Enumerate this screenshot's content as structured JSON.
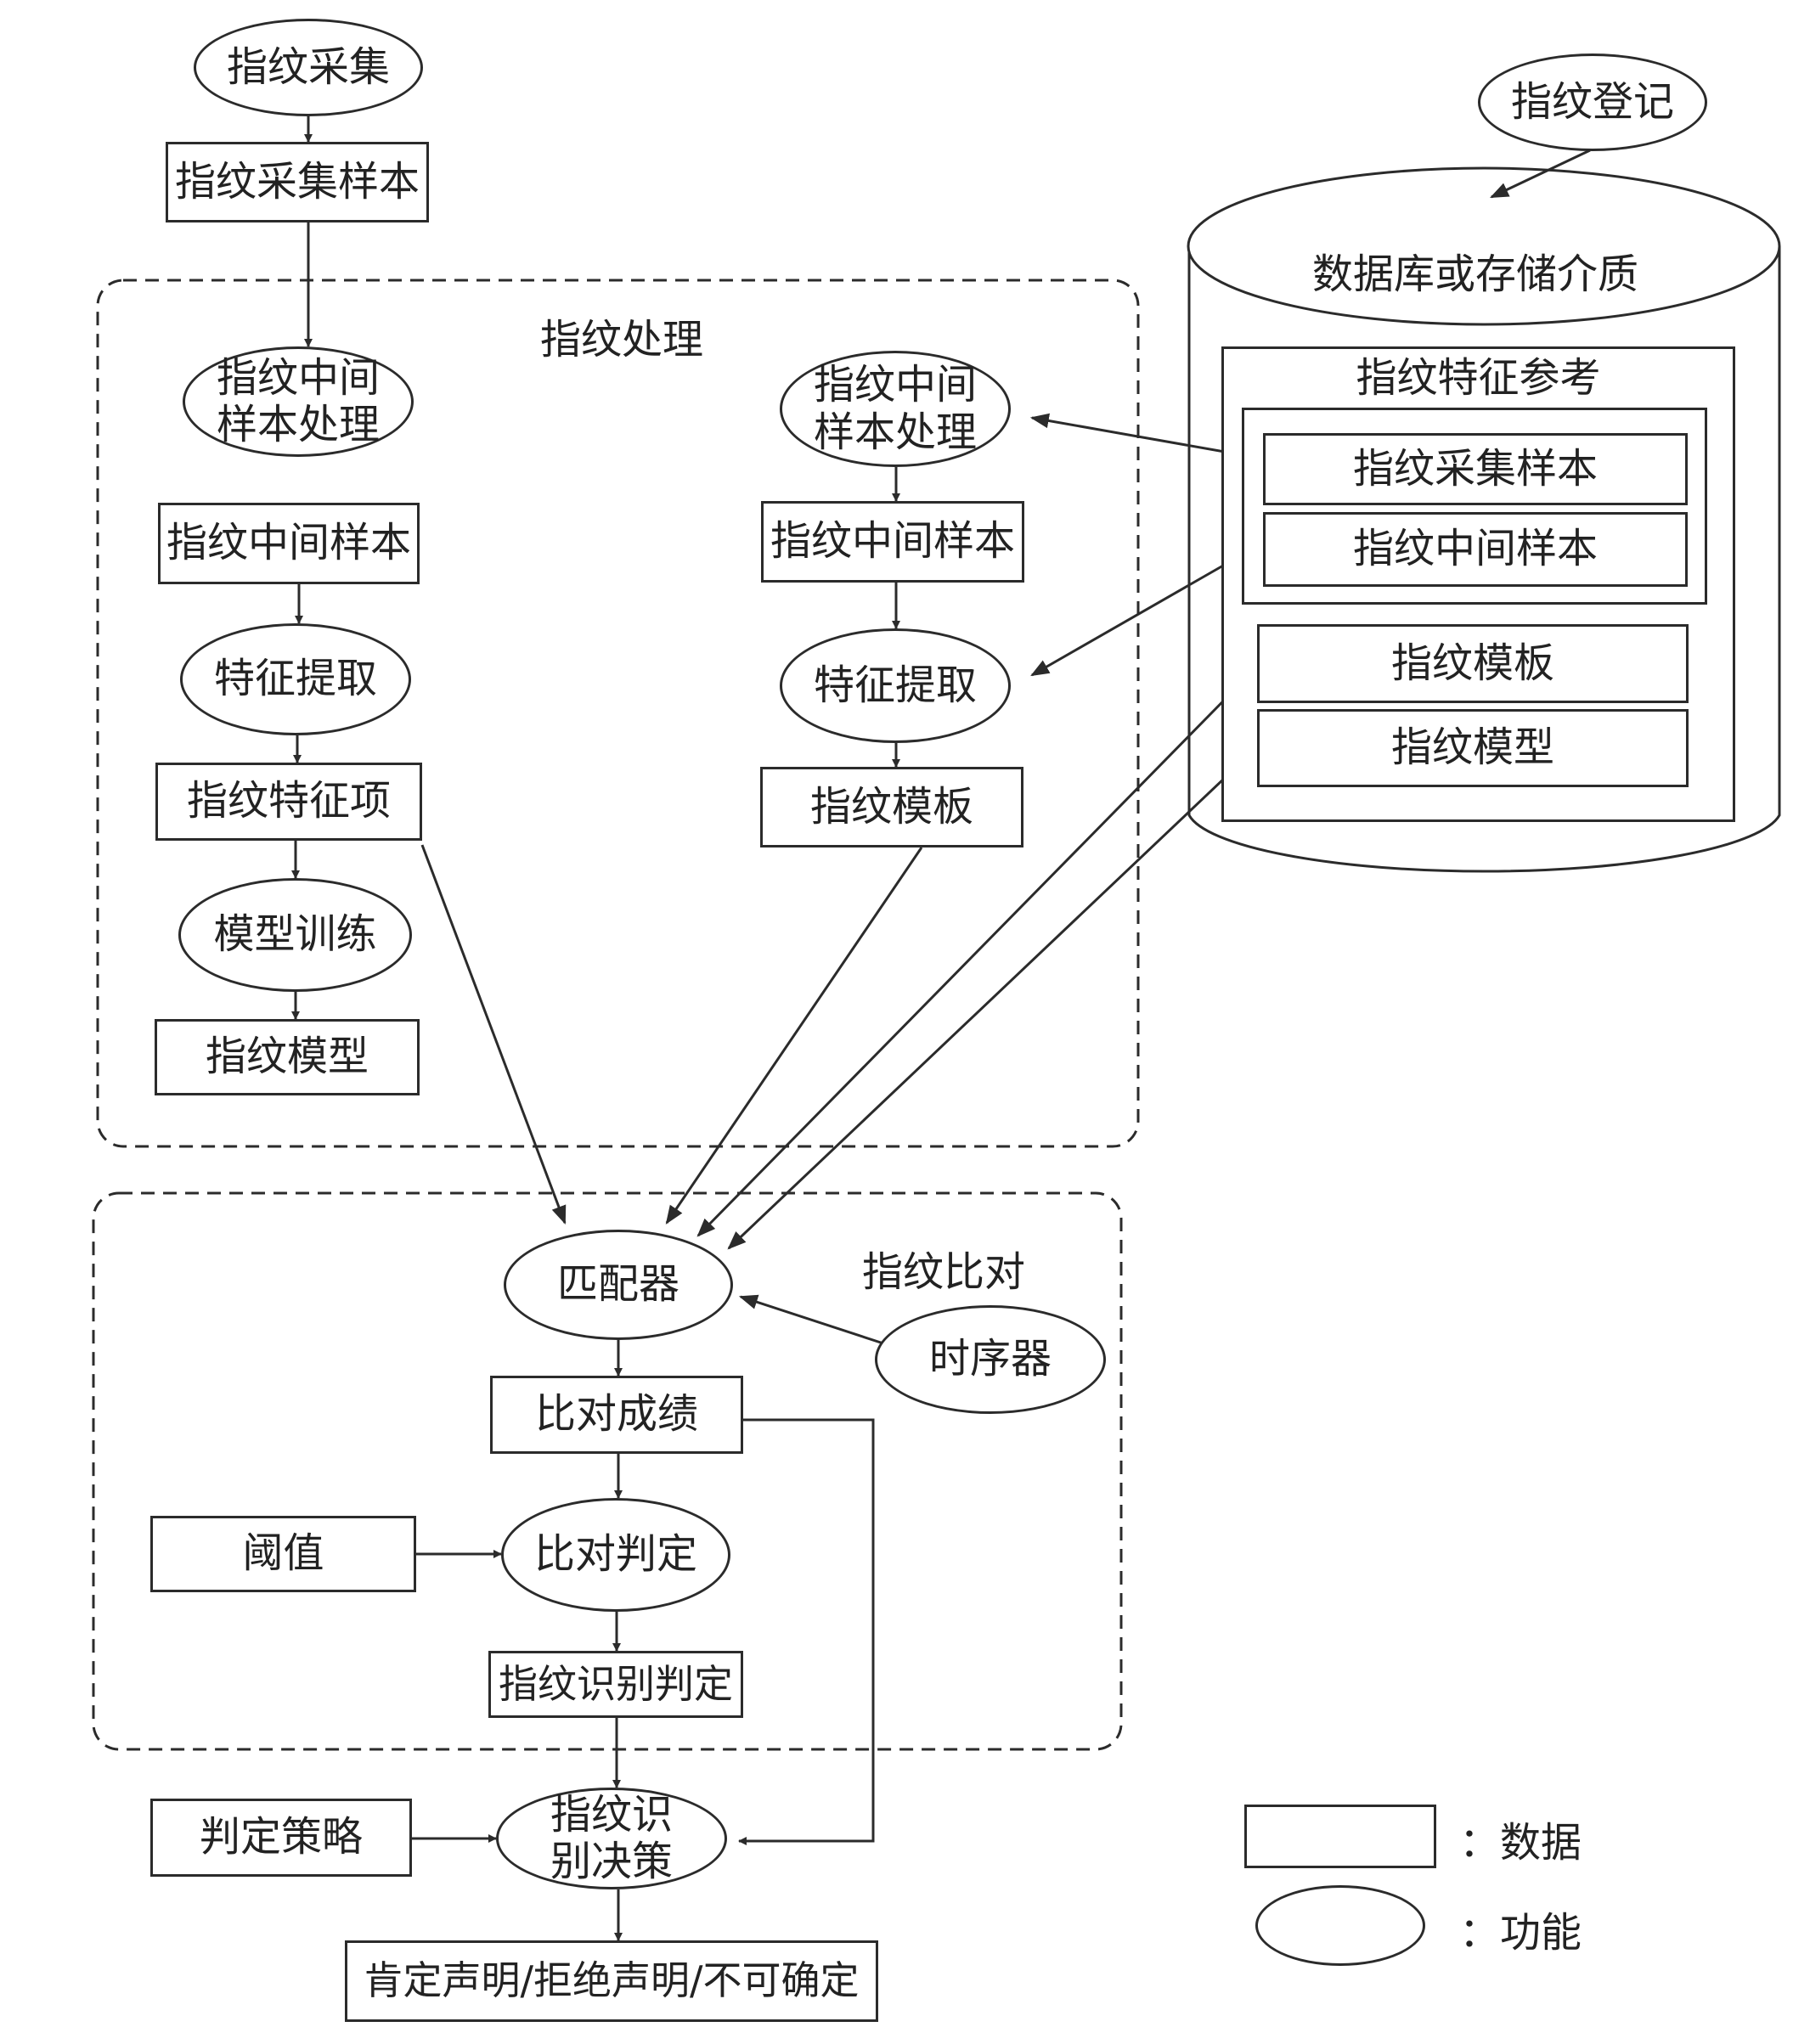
{
  "colors": {
    "stroke": "#2b2b2b",
    "text": "#222222",
    "background": "#ffffff"
  },
  "nodes": {
    "fp_capture": "指纹采集",
    "fp_capture_sample": "指纹采集样本",
    "processing_group": "指纹处理",
    "left_intermediate_proc": [
      "指纹中间",
      "样本处理"
    ],
    "left_intermediate_sample": "指纹中间样本",
    "left_feature_extract": "特征提取",
    "left_feature_item": "指纹特征项",
    "model_training": "模型训练",
    "left_fp_model": "指纹模型",
    "right_intermediate_proc": [
      "指纹中间",
      "样本处理"
    ],
    "right_intermediate_sample": "指纹中间样本",
    "right_feature_extract": "特征提取",
    "right_fp_template": "指纹模板",
    "fp_register": "指纹登记",
    "database": "数据库或存储介质",
    "fp_feature_ref": "指纹特征参考",
    "db_capture_sample": "指纹采集样本",
    "db_intermediate_sample": "指纹中间样本",
    "db_template": "指纹模板",
    "db_model": "指纹模型",
    "comparison_group": "指纹比对",
    "matcher": "匹配器",
    "sequencer": "时序器",
    "comparison_score": "比对成绩",
    "threshold": "阈值",
    "comparison_decision": "比对判定",
    "recognition_decision": "指纹识别判定",
    "decision_policy": "判定策略",
    "recognition_final": [
      "指纹识",
      "别决策"
    ],
    "result": "肯定声明/拒绝声明/不可确定"
  },
  "legend": {
    "data": "：数据",
    "function": "：功能"
  }
}
